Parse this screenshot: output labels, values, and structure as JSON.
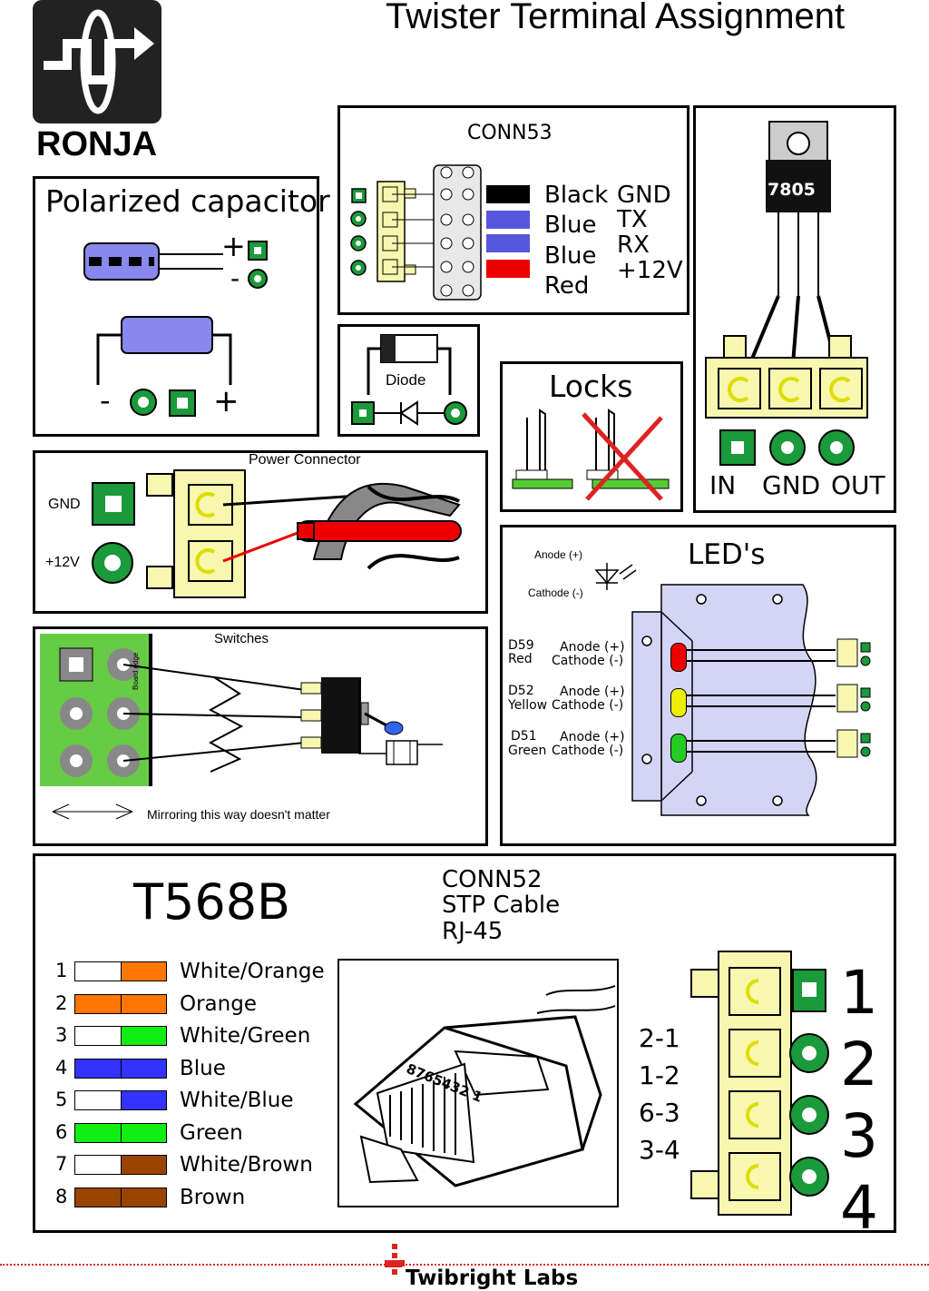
{
  "title": "Twister Terminal Assignment",
  "logo": {
    "text": "RONJA"
  },
  "capacitor": {
    "title": "Polarized capacitor",
    "plus": "+",
    "minus": "-",
    "bottom_minus": "-",
    "bottom_plus": "+"
  },
  "conn53": {
    "title": "CONN53",
    "colors": [
      "Black",
      "Blue",
      "Blue",
      "Red"
    ],
    "signals": [
      "GND",
      "TX",
      "RX",
      "+12V"
    ],
    "swatches": [
      "#000000",
      "#5555dd",
      "#5555dd",
      "#ee0000"
    ]
  },
  "regulator": {
    "chip": "7805",
    "labels": [
      "IN",
      "GND",
      "OUT"
    ]
  },
  "diode": {
    "label": "Diode"
  },
  "locks": {
    "title": "Locks"
  },
  "power": {
    "title": "Power Connector",
    "gnd": "GND",
    "v12": "+12V"
  },
  "leds": {
    "title": "LED's",
    "legend_anode": "Anode (+)",
    "legend_cathode": "Cathode (-)",
    "items": [
      {
        "id": "D59",
        "color_name": "Red",
        "anode": "Anode (+)",
        "cathode": "Cathode (-)",
        "color": "#ee0000"
      },
      {
        "id": "D52",
        "color_name": "Yellow",
        "anode": "Anode (+)",
        "cathode": "Cathode (-)",
        "color": "#eeee00"
      },
      {
        "id": "D51",
        "color_name": "Green",
        "anode": "Anode (+)",
        "cathode": "Cathode (-)",
        "color": "#22cc22"
      }
    ]
  },
  "switches": {
    "title": "Switches",
    "board_edge": "Board edge",
    "note": "Mirroring this way doesn't matter"
  },
  "t568b": {
    "title": "T568B",
    "conn_lines": [
      "CONN52",
      "STP Cable",
      "RJ-45"
    ],
    "wires": [
      {
        "num": "1",
        "name": "White/Orange",
        "left": "#ffffff",
        "right": "#ff7700"
      },
      {
        "num": "2",
        "name": "Orange",
        "left": "#ff7700",
        "right": "#ff7700"
      },
      {
        "num": "3",
        "name": "White/Green",
        "left": "#ffffff",
        "right": "#11ee11"
      },
      {
        "num": "4",
        "name": "Blue",
        "left": "#3333ff",
        "right": "#3333ff"
      },
      {
        "num": "5",
        "name": "White/Blue",
        "left": "#ffffff",
        "right": "#3333ff"
      },
      {
        "num": "6",
        "name": "Green",
        "left": "#11ee11",
        "right": "#11ee11"
      },
      {
        "num": "7",
        "name": "White/Brown",
        "left": "#ffffff",
        "right": "#994400"
      },
      {
        "num": "8",
        "name": "Brown",
        "left": "#994400",
        "right": "#994400"
      }
    ],
    "plug_numbers": "8765432 1",
    "pairs": [
      "2-1",
      "1-2",
      "6-3",
      "3-4"
    ],
    "pins": [
      "1",
      "2",
      "3",
      "4"
    ]
  },
  "footer": {
    "brand": "Twibright Labs"
  }
}
